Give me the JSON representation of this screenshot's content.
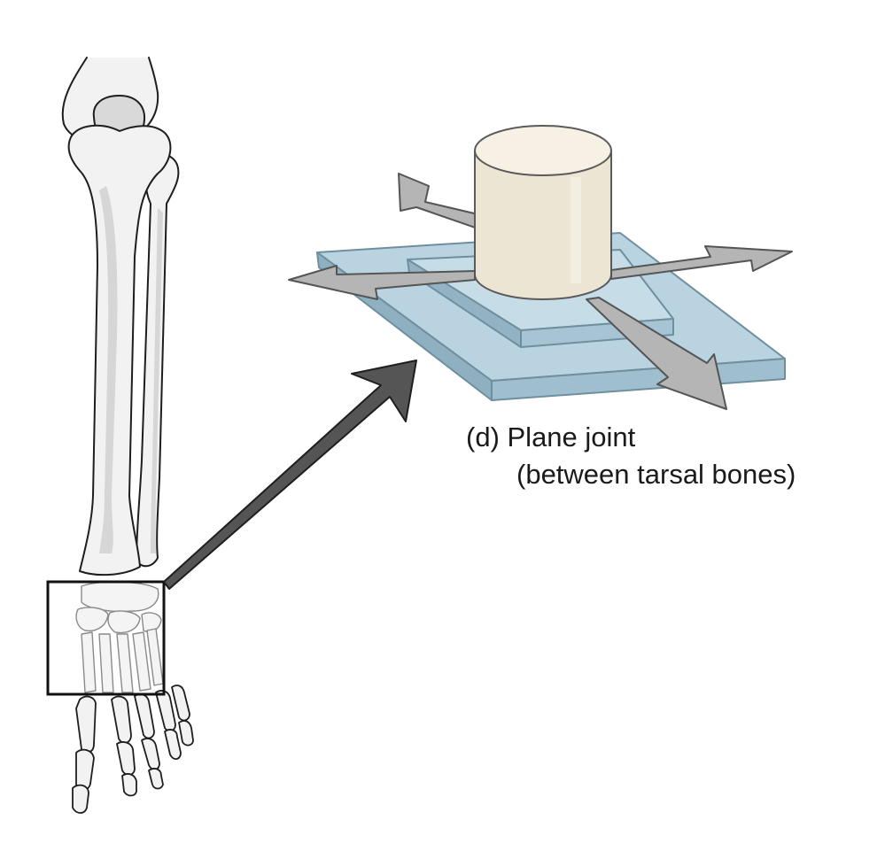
{
  "figure": {
    "caption_title": "(d) Plane joint",
    "caption_subtitle": "(between tarsal bones)"
  },
  "colors": {
    "bone_fill": "#f2f2f2",
    "bone_shade": "#d4d4d4",
    "outline": "#1e1e1e",
    "plate_top": "#b9d3e0",
    "plate_side": "#93b3c4",
    "plate_edge": "#6f8f9f",
    "cylinder_fill": "#ece5d4",
    "cylinder_top": "#f6f1e4",
    "arrow_fill": "#b5b5b5",
    "pointer_fill": "#555555"
  },
  "icons": {
    "motion_arrows": "double-headed gliding arrows",
    "pointer": "large pointer arrow from ankle to model"
  }
}
